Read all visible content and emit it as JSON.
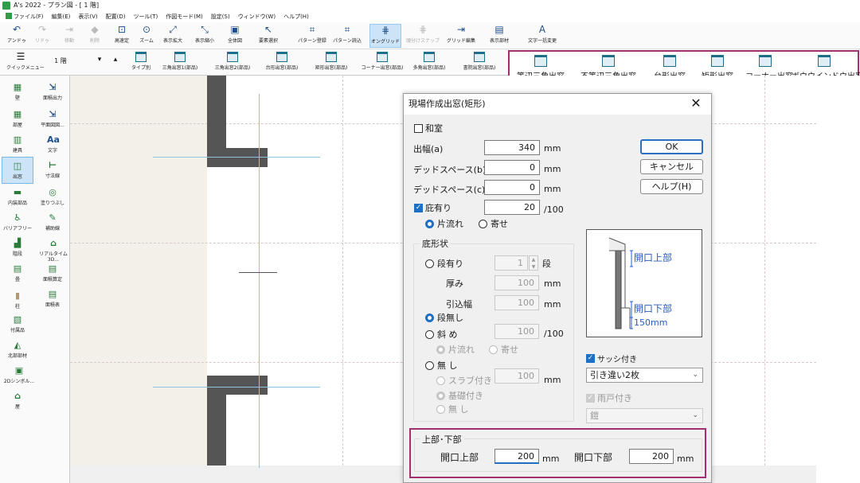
{
  "window": {
    "title": "A's 2022 - プラン図 - [ 1 階]"
  },
  "menu": [
    "ファイル(F)",
    "編集(E)",
    "表示(V)",
    "配置(D)",
    "ツール(T)",
    "作図モード(M)",
    "設定(S)",
    "ウィンドウ(W)",
    "ヘルプ(H)"
  ],
  "toolbar1": [
    "アンドゥ",
    "リドゥ",
    "移動",
    "削除",
    "高速定",
    "ズーム",
    "表示拡大",
    "表示縮小",
    "全体図",
    "要素選択",
    "パターン登録",
    "パターン読込",
    "オングリッド",
    "頭分けスナップ",
    "グリッド編集",
    "表示部材",
    "文字一括変更"
  ],
  "floor": {
    "label": "1 階"
  },
  "toolbar2": [
    "クイックメニュー",
    "タイプ別",
    "三角出窓1(部品)",
    "三角出窓2(部品)",
    "台形出窓(部品)",
    "矩形出窓(部品)",
    "コーナー出窓(部品)",
    "多角出窓(部品)",
    "書院出窓(部品)"
  ],
  "window_types": [
    "等辺三角出窓",
    "不等辺三角出窓",
    "台形出窓",
    "矩形出窓",
    "コーナー出窓",
    "ボウウインドウ出窓"
  ],
  "sidebar": {
    "col1": [
      "壁",
      "部屋",
      "建具",
      "出窓",
      "内装部品",
      "バリアフリー",
      "階段",
      "畳",
      "柱",
      "付属品",
      "北部部材",
      "2Dシンボル...",
      "屋"
    ],
    "col2": [
      "面積出力",
      "平面図図...",
      "文字",
      "寸法線",
      "塗りつぶし",
      "補助線",
      "リアルタイム3D...",
      "面積算定",
      "面積表"
    ]
  },
  "dialog": {
    "title": "現場作成出窓(矩形)",
    "washitsu": "和室",
    "width_label": "出幅(a)",
    "width_value": "340",
    "dead1_label": "デッドスペース(b)",
    "dead1_value": "0",
    "dead2_label": "デッドスペース(c)",
    "dead2_value": "0",
    "unit_mm": "mm",
    "eave_label": "庇有り",
    "eave_value": "20",
    "per100": "/100",
    "katanagare": "片流れ",
    "yose": "寄せ",
    "base_group": "底形状",
    "dan_ari": "段有り",
    "dan_value": "1",
    "dan_unit": "段",
    "atsumi": "厚み",
    "atsumi_value": "100",
    "hikikomi": "引込幅",
    "hikikomi_value": "100",
    "dan_nashi": "段無し",
    "naname": "斜 め",
    "naname_value": "100",
    "nashi": "無 し",
    "slab": "スラブ付き",
    "slab_value": "100",
    "kiso": "基礎付き",
    "nashi2": "無 し",
    "ok": "OK",
    "cancel": "キャンセル",
    "help": "ヘルプ(H)",
    "preview_top": "開口上部",
    "preview_bottom": "開口下部",
    "preview_150": "150mm",
    "sash_label": "サッシ付き",
    "sash_value": "引き違い2枚",
    "amado_label": "雨戸付き",
    "amado_value": "鎧",
    "updown_group": "上部･下部",
    "top_label": "開口上部",
    "top_value": "200",
    "bottom_label": "開口下部",
    "bottom_value": "200"
  }
}
